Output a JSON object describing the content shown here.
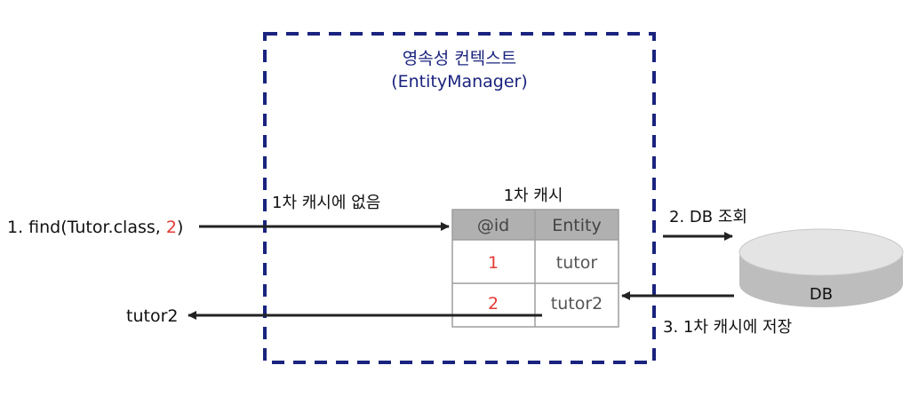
{
  "context": {
    "title_line1": "영속성 컨텍스트",
    "title_line2": "(EntityManager)"
  },
  "cache": {
    "title": "1차 캐시",
    "columns": [
      "@id",
      "Entity"
    ],
    "rows": [
      {
        "id": "1",
        "entity": "tutor"
      },
      {
        "id": "2",
        "entity": "tutor2"
      }
    ]
  },
  "steps": {
    "find_prefix": "1. find(Tutor.class, ",
    "find_arg": "2",
    "find_suffix": ")",
    "miss_label": "1차 캐시에 없음",
    "db_query_label": "2. DB 조회",
    "save_label": "3. 1차 캐시에 저장",
    "return_label": "tutor2"
  },
  "db": {
    "label": "DB"
  },
  "colors": {
    "border_dashed": "#1a237e",
    "title_text": "#1a237e",
    "highlight": "#e53935",
    "header_fill": "#b0b0b0",
    "db_top": "#e4e4e4",
    "db_side": "#bdbdbd"
  }
}
